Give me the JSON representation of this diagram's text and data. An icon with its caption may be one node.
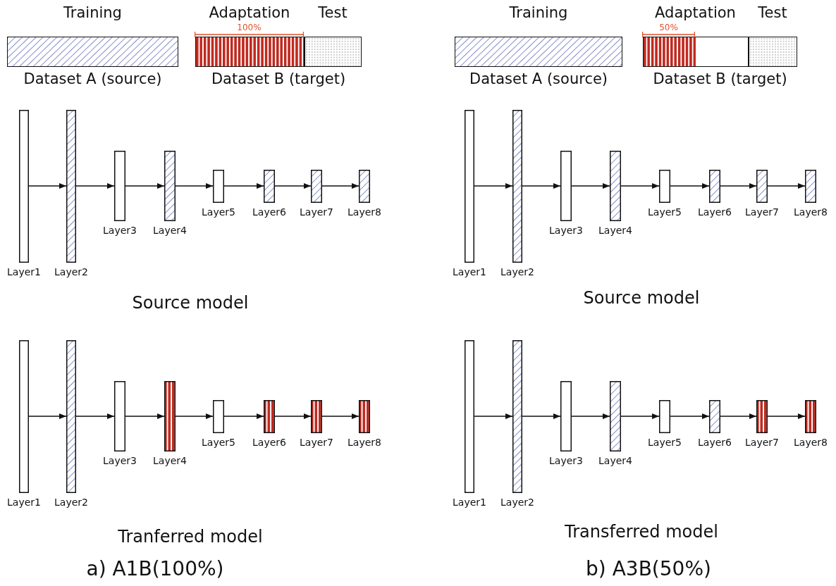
{
  "diagram": {
    "nodes": [
      {
        "text": [
          "Training",
          "Dataset A (source)"
        ]
      },
      {
        "text": [
          "Dataset B (target)"
        ]
      },
      {
        "text": [
          "Adaptation"
        ],
        "in": 1,
        "beside": [
          "100%"
        ]
      },
      {
        "text": [
          "Test"
        ],
        "in": 1
      },
      {
        "text": [
          "Layer1"
        ]
      },
      {
        "text": [
          "Layer2"
        ]
      },
      {
        "text": [
          "Layer3"
        ]
      },
      {
        "text": [
          "Layer4"
        ]
      },
      {
        "text": [
          "Layer5"
        ]
      },
      {
        "text": [
          "Layer6"
        ]
      },
      {
        "text": [
          "Layer7"
        ]
      },
      {
        "text": [
          "Layer8"
        ]
      },
      {
        "text": [
          "Layer1"
        ]
      },
      {
        "text": [
          "Layer2"
        ]
      },
      {
        "text": [
          "Layer3"
        ]
      },
      {
        "text": [
          "Layer4"
        ]
      },
      {
        "text": [
          "Layer5"
        ]
      },
      {
        "text": [
          "Layer6"
        ]
      },
      {
        "text": [
          "Layer7"
        ]
      },
      {
        "text": [
          "Layer8"
        ]
      },
      {
        "text": [
          "Training",
          "Dataset A (source)"
        ]
      },
      {
        "text": [
          "Dataset B (target)"
        ]
      },
      {
        "text": [
          "Adaptation"
        ],
        "in": 21,
        "beside": [
          "50%"
        ]
      },
      {
        "text": [
          "Test"
        ],
        "in": 21
      },
      {
        "text": [
          "Layer1"
        ]
      },
      {
        "text": [
          "Layer2"
        ]
      },
      {
        "text": [
          "Layer3"
        ]
      },
      {
        "text": [
          "Layer4"
        ]
      },
      {
        "text": [
          "Layer5"
        ]
      },
      {
        "text": [
          "Layer6"
        ]
      },
      {
        "text": [
          "Layer7"
        ]
      },
      {
        "text": [
          "Layer8"
        ]
      },
      {
        "text": [
          "Layer1"
        ]
      },
      {
        "text": [
          "Layer2"
        ]
      },
      {
        "text": [
          "Layer3"
        ]
      },
      {
        "text": [
          "Layer4"
        ]
      },
      {
        "text": [
          "Layer5"
        ]
      },
      {
        "text": [
          "Layer6"
        ]
      },
      {
        "text": [
          "Layer7"
        ]
      },
      {
        "text": [
          "Layer8"
        ]
      }
    ],
    "edges": [
      {
        "from": 4,
        "to": 5,
        "arrow": "to"
      },
      {
        "from": 5,
        "to": 6,
        "arrow": "to"
      },
      {
        "from": 6,
        "to": 7,
        "arrow": "to"
      },
      {
        "from": 7,
        "to": 8,
        "arrow": "to"
      },
      {
        "from": 8,
        "to": 9,
        "arrow": "to"
      },
      {
        "from": 9,
        "to": 10,
        "arrow": "to"
      },
      {
        "from": 10,
        "to": 11,
        "arrow": "to"
      },
      {
        "from": 12,
        "to": 13,
        "arrow": "to"
      },
      {
        "from": 13,
        "to": 14,
        "arrow": "to"
      },
      {
        "from": 14,
        "to": 15,
        "arrow": "to"
      },
      {
        "from": 15,
        "to": 16,
        "arrow": "to"
      },
      {
        "from": 16,
        "to": 17,
        "arrow": "to"
      },
      {
        "from": 17,
        "to": 18,
        "arrow": "to"
      },
      {
        "from": 18,
        "to": 19,
        "arrow": "to"
      },
      {
        "from": 24,
        "to": 25,
        "arrow": "to"
      },
      {
        "from": 25,
        "to": 26,
        "arrow": "to"
      },
      {
        "from": 26,
        "to": 27,
        "arrow": "to"
      },
      {
        "from": 27,
        "to": 28,
        "arrow": "to"
      },
      {
        "from": 28,
        "to": 29,
        "arrow": "to"
      },
      {
        "from": 29,
        "to": 30,
        "arrow": "to"
      },
      {
        "from": 30,
        "to": 31,
        "arrow": "to"
      },
      {
        "from": 32,
        "to": 33,
        "arrow": "to"
      },
      {
        "from": 33,
        "to": 34,
        "arrow": "to"
      },
      {
        "from": 34,
        "to": 35,
        "arrow": "to"
      },
      {
        "from": 35,
        "to": 36,
        "arrow": "to"
      },
      {
        "from": 36,
        "to": 37,
        "arrow": "to"
      },
      {
        "from": 37,
        "to": 38,
        "arrow": "to"
      },
      {
        "from": 38,
        "to": 39,
        "arrow": "to"
      }
    ],
    "labels": [
      "Source model",
      "Tranferred model",
      "a) A1B(100%)",
      "Source model",
      "Transferred model",
      "b) A3B(50%)"
    ]
  }
}
